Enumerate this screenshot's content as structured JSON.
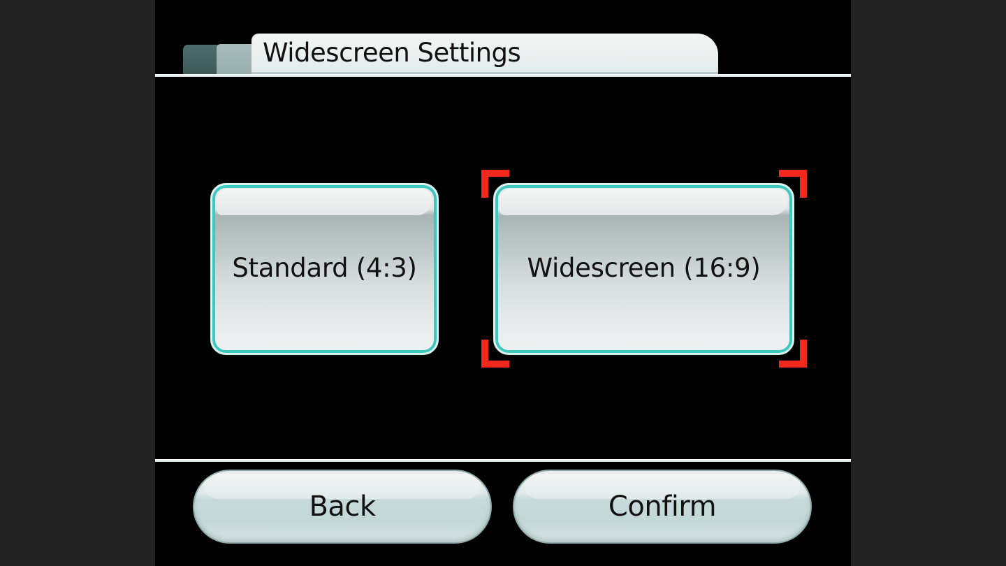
{
  "header": {
    "title": "Widescreen Settings"
  },
  "options": [
    {
      "label": "Standard (4:3)",
      "selected": false
    },
    {
      "label": "Widescreen (16:9)",
      "selected": true
    }
  ],
  "footer": {
    "back_label": "Back",
    "confirm_label": "Confirm"
  },
  "colors": {
    "background": "#000000",
    "letterbox": "#222222",
    "option_border": "#3cc7bf",
    "selection_bracket": "#f0281e",
    "button_face": "#c6dada"
  }
}
